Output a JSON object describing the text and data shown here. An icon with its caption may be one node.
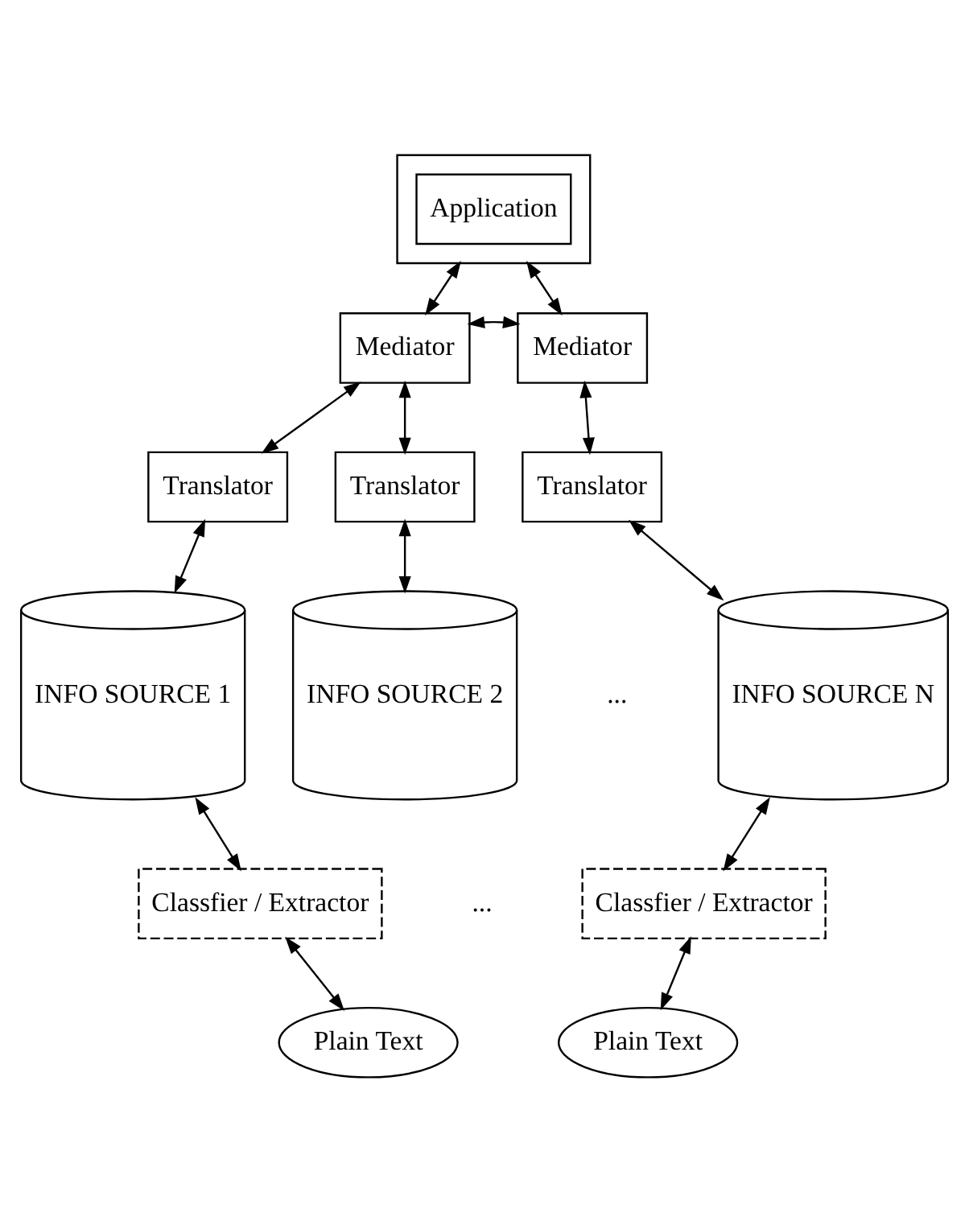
{
  "diagram": {
    "nodes": [
      {
        "text": [],
        "shape": "box"
      },
      {
        "text": [
          "Application"
        ],
        "in": 0
      },
      {
        "text": [
          "Mediator"
        ]
      },
      {
        "text": [
          "Mediator"
        ]
      },
      {
        "text": [
          "Translator"
        ]
      },
      {
        "text": [
          "Translator"
        ]
      },
      {
        "text": [
          "Translator"
        ]
      },
      {
        "text": [
          "INFO SOURCE 1"
        ]
      },
      {
        "text": [
          "INFO SOURCE 2"
        ]
      },
      {
        "text": [
          "INFO SOURCE N"
        ]
      },
      {
        "text": [
          "Classfier / Extractor"
        ]
      },
      {
        "text": [
          "Classfier / Extractor"
        ]
      },
      {
        "text": [
          "Plain Text"
        ]
      },
      {
        "text": [
          "Plain Text"
        ]
      }
    ],
    "edges": [
      {
        "from": 0,
        "to": 2,
        "arrow": "both"
      },
      {
        "from": 0,
        "to": 3,
        "arrow": "both"
      },
      {
        "from": 2,
        "to": 3,
        "arrow": "both"
      },
      {
        "from": 2,
        "to": 4,
        "arrow": "both"
      },
      {
        "from": 2,
        "to": 5,
        "arrow": "both"
      },
      {
        "from": 3,
        "to": 6,
        "arrow": "both"
      },
      {
        "from": 4,
        "to": 7,
        "arrow": "both"
      },
      {
        "from": 5,
        "to": 8,
        "arrow": "both"
      },
      {
        "from": 6,
        "to": 9,
        "arrow": "both"
      },
      {
        "from": 7,
        "to": 10,
        "arrow": "both"
      },
      {
        "from": 9,
        "to": 11,
        "arrow": "both"
      },
      {
        "from": 10,
        "to": 12,
        "arrow": "both"
      },
      {
        "from": 11,
        "to": 13,
        "arrow": "both"
      }
    ],
    "labels": [
      "...",
      "..."
    ]
  }
}
